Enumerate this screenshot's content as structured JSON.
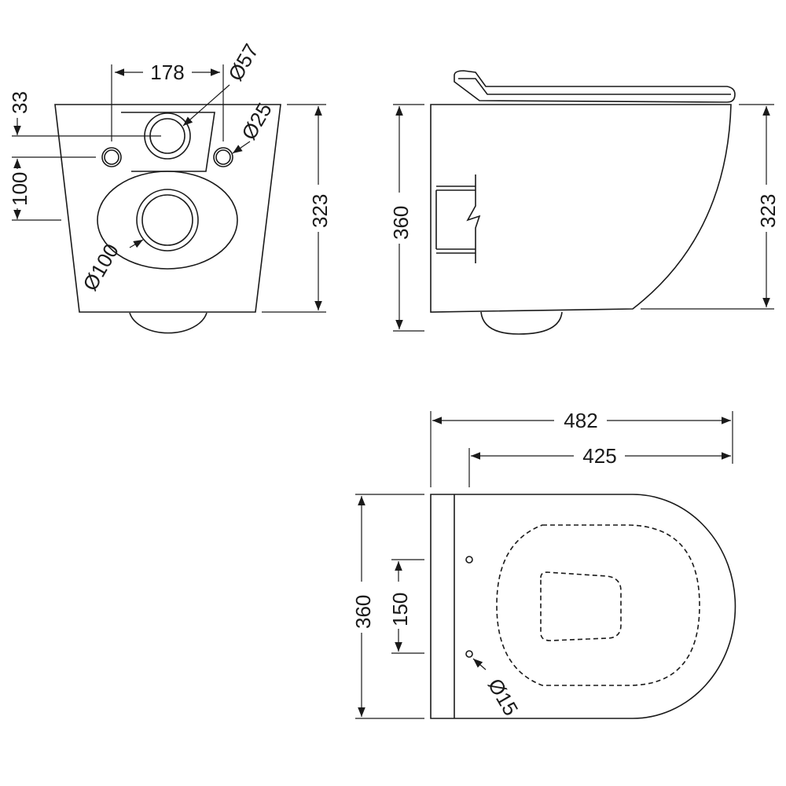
{
  "front_view": {
    "dim_width_between_holes": "178",
    "dim_inlet_diameter": "Ø57",
    "dim_fixing_hole_diameter": "Ø25",
    "dim_top_offset": "33",
    "dim_fixing_to_outlet": "100",
    "dim_outlet_diameter": "Ø100",
    "dim_height": "323"
  },
  "side_view": {
    "dim_total_height": "360",
    "dim_height": "323"
  },
  "top_view": {
    "dim_length": "482",
    "dim_inner_length": "425",
    "dim_width": "360",
    "dim_hole_spacing": "150",
    "dim_hole_diameter": "Ø15"
  },
  "colors": {
    "line": "#1a1a1a",
    "background": "#ffffff"
  }
}
